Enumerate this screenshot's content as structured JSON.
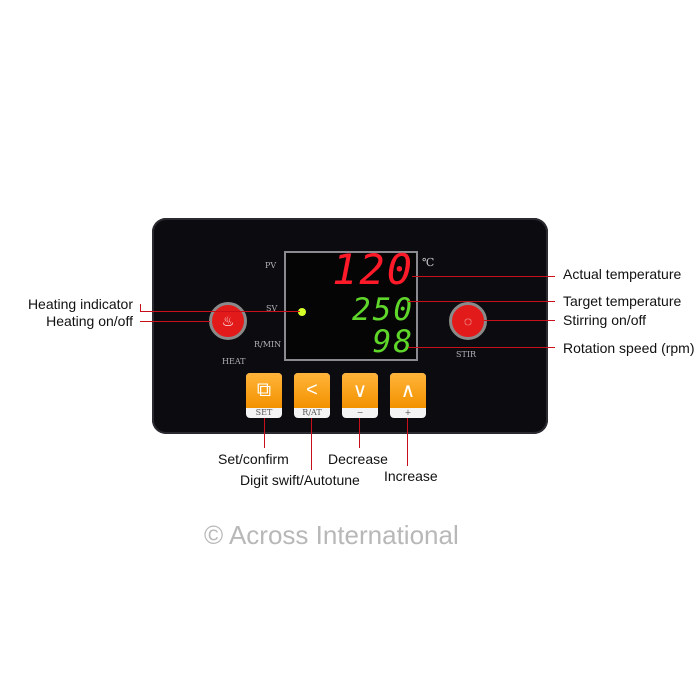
{
  "panel": {
    "labels": {
      "pv": "PV",
      "sv": "SV",
      "rmin": "R/MIN",
      "heat": "HEAT",
      "stir": "STIR",
      "unit": "℃"
    },
    "display": {
      "pv": "120",
      "sv": "250",
      "rpm": "98",
      "pv_color": "#ff1a2a",
      "sv_color": "#5fd62a"
    },
    "buttons": [
      {
        "label": "SET",
        "icon": "set-icon",
        "glyph": "⧉"
      },
      {
        "label": "R/AT",
        "icon": "chevron-left-icon",
        "glyph": "<"
      },
      {
        "label": "−",
        "icon": "chevron-down-icon",
        "glyph": "∨"
      },
      {
        "label": "+",
        "icon": "chevron-up-icon",
        "glyph": "∧"
      }
    ],
    "heat_icon": "heat-wave-icon",
    "heat_glyph": "♨",
    "stir_icon": "rotate-icon",
    "stir_glyph": "◌"
  },
  "watermark": "© Across International",
  "callouts": {
    "actual": "Actual temperature",
    "target": "Target temperature",
    "stirring": "Stirring on/off",
    "rotation": "Rotation speed (rpm)",
    "heating_indicator": "Heating indicator",
    "heating_onoff": "Heating on/off",
    "set": "Set/confirm",
    "digit": "Digit swift/Autotune",
    "decrease": "Decrease",
    "increase": "Increase"
  }
}
